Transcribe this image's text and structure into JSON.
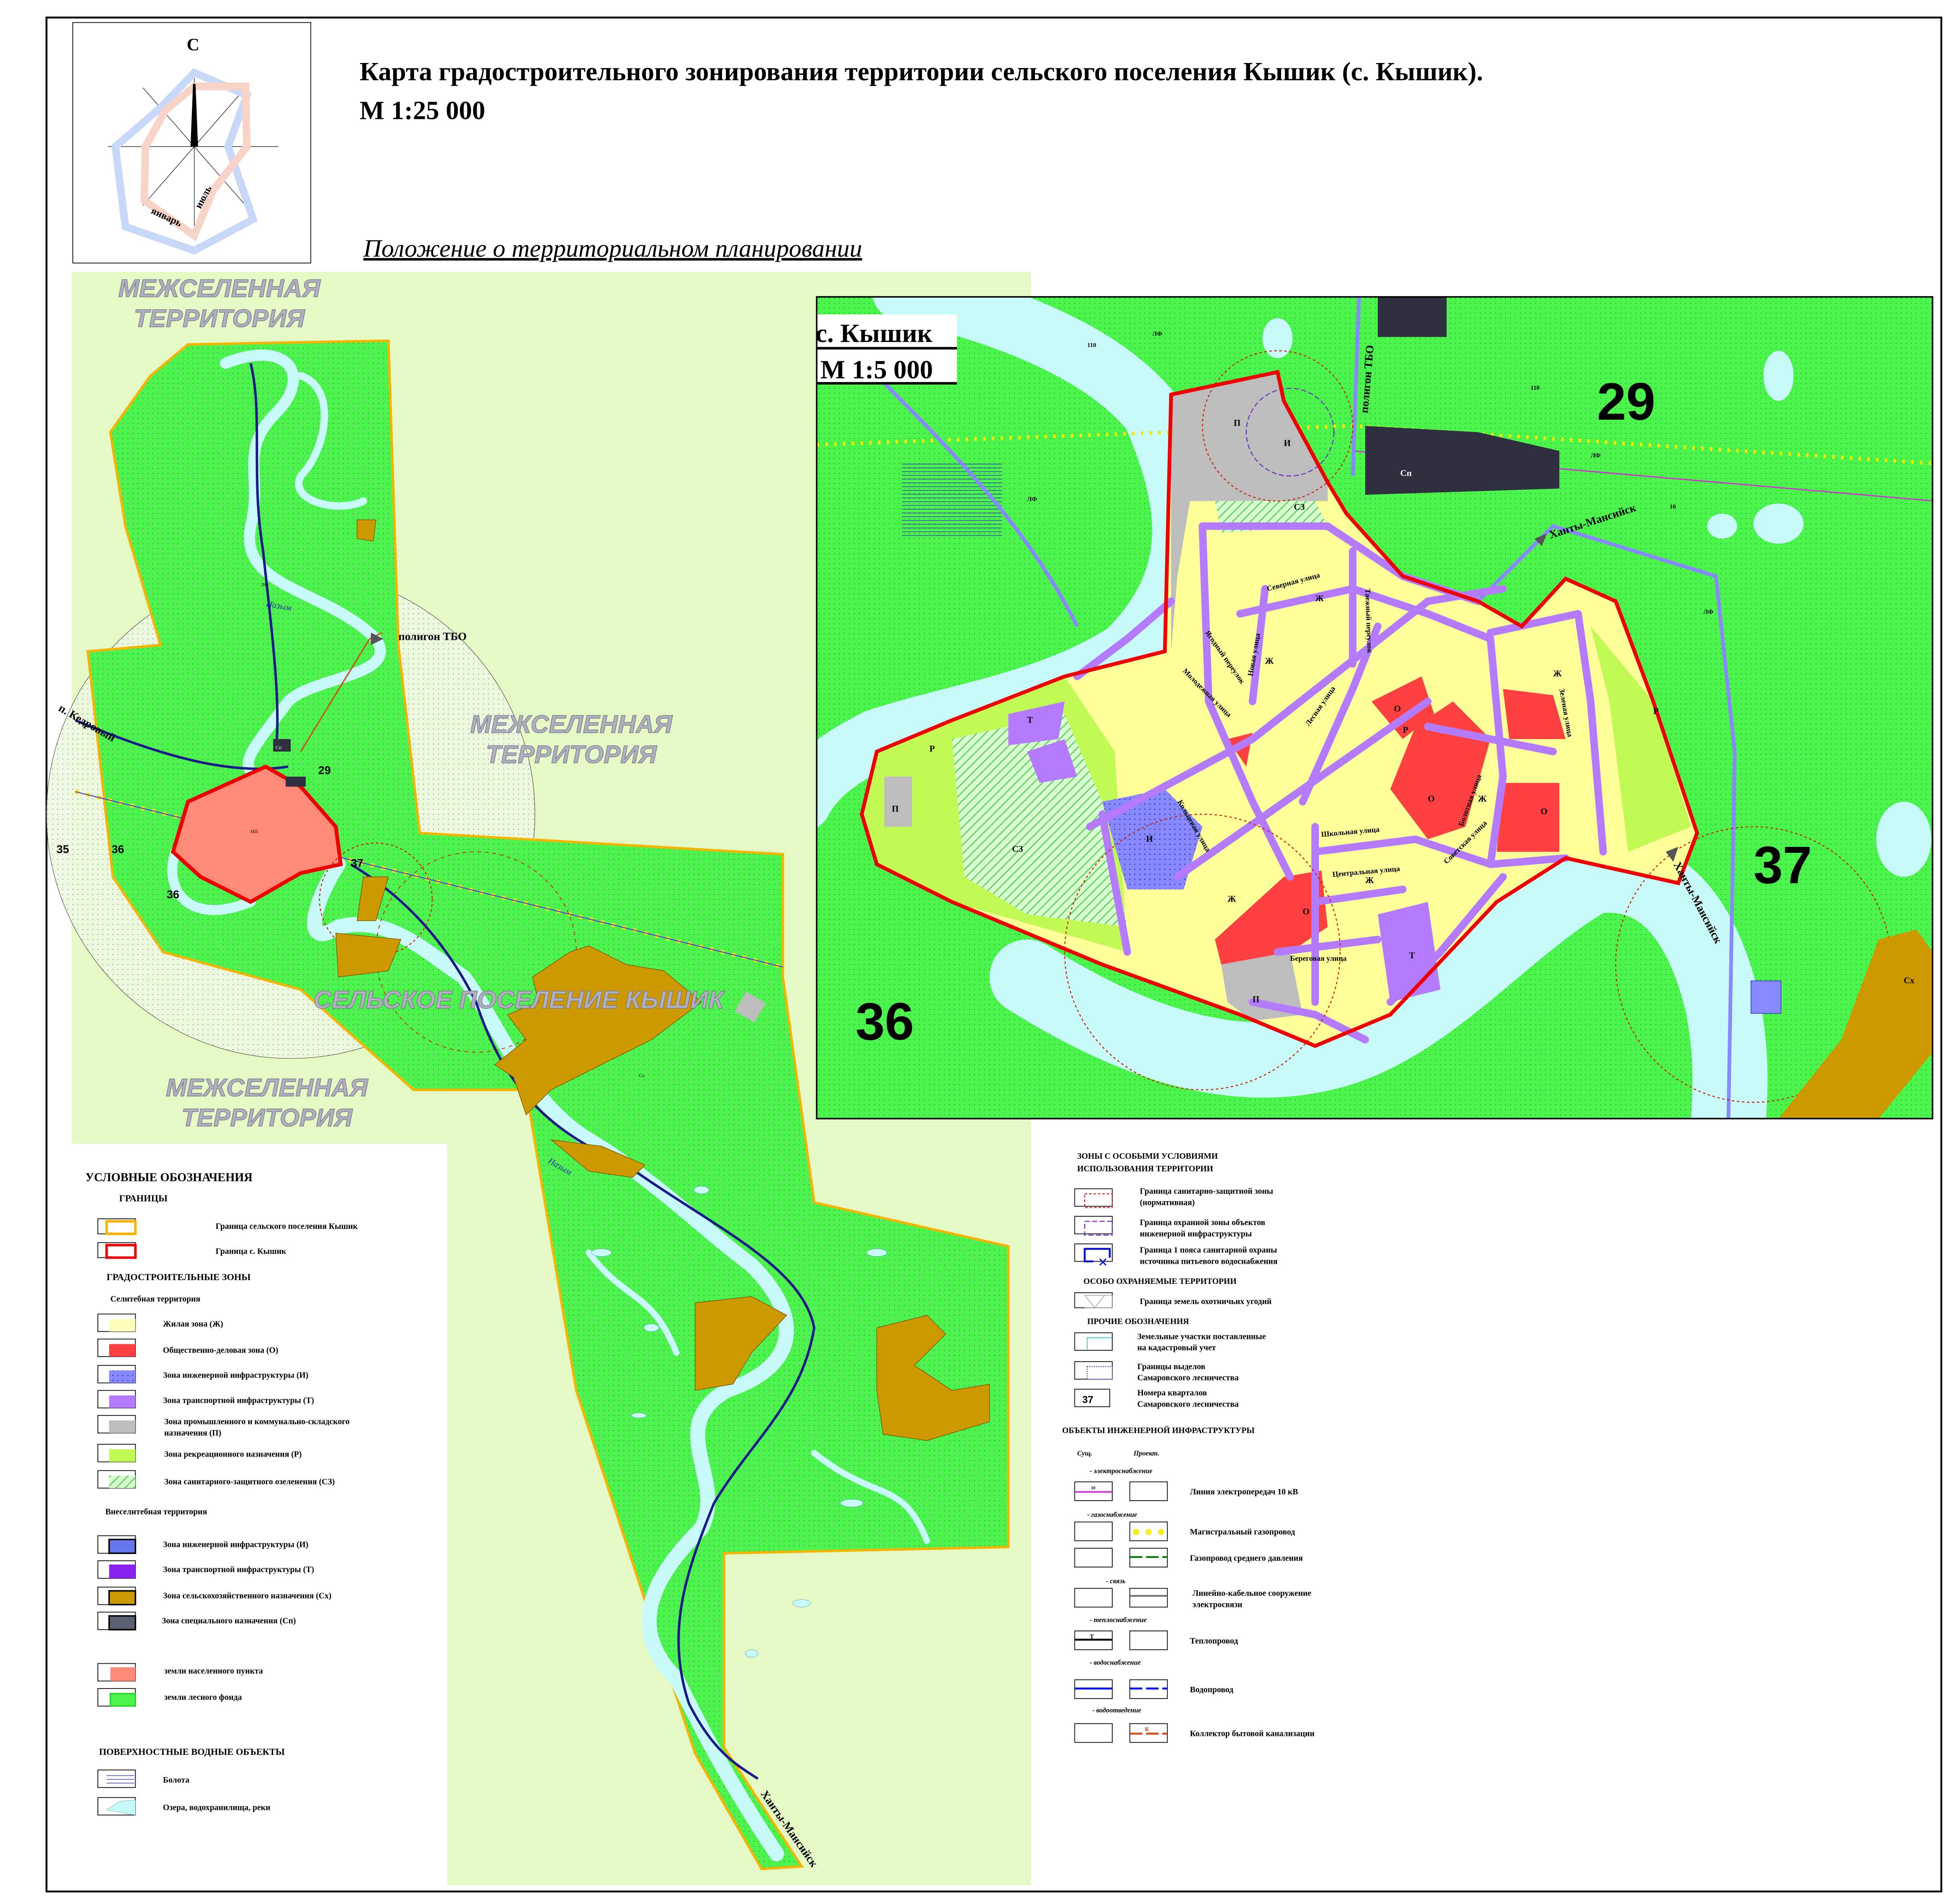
{
  "title": {
    "line1": "Карта градостроительного зонирования территории сельского поселения Кышик (с. Кышик).",
    "line2": "М 1:25 000",
    "subtitle": "Положение о территориальном планировании"
  },
  "wind_rose": {
    "north": "С",
    "january": "январь",
    "july": "июль"
  },
  "overview_map": {
    "inter_territory_1a": "МЕЖСЕЛЕННАЯ",
    "inter_territory_1b": "ТЕРРИТОРИЯ",
    "inter_territory_2a": "МЕЖСЕЛЕННАЯ",
    "inter_territory_2b": "ТЕРРИТОРИЯ",
    "inter_territory_3a": "МЕЖСЕЛЕННАЯ",
    "inter_territory_3b": "ТЕРРИТОРИЯ",
    "settlement": "СЕЛЬСКОЕ ПОСЕЛЕНИЕ КЫШИК",
    "landfill": "полигон ТБО",
    "kedrovy": "п. Кедровый",
    "khanty": "Ханты-Мансийск",
    "river1": "Назым",
    "river2": "Назым",
    "quarters": [
      "29",
      "35",
      "36",
      "36",
      "37"
    ],
    "codes": {
      "lf": "ЛФ",
      "sx": "Сх",
      "sp": "Сп",
      "np": "НП"
    }
  },
  "inset": {
    "name": "с. Кышик",
    "scale": "М 1:5 000",
    "quarters": [
      "29",
      "36",
      "37"
    ],
    "landfill": "полигон ТБО",
    "khanty1": "Ханты-Мансийск",
    "khanty2": "Ханты-Мансийск",
    "line110": "110",
    "line10": "10",
    "codes": {
      "zh": "Ж",
      "o": "О",
      "i": "И",
      "t": "Т",
      "p": "П",
      "r": "Р",
      "sz": "СЗ",
      "sx": "Сх",
      "sp": "Сп",
      "lf": "ЛФ"
    },
    "streets": [
      "Северная улица",
      "Таежный переулок",
      "Ягодный переулок",
      "Молодежная улица",
      "Новая улица",
      "Лесная улица",
      "Зеленая улица",
      "Болотная улица",
      "Школьная улица",
      "Центральная улица",
      "Советская улица",
      "Кольцевая улица",
      "Береговая улица"
    ]
  },
  "legend_left": {
    "title": "УСЛОВНЫЕ ОБОЗНАЧЕНИЯ",
    "boundaries_title": "ГРАНИЦЫ",
    "boundaries": [
      "Граница сельского поселения Кышик",
      "Граница с. Кышик"
    ],
    "zones_title": "ГРАДОСТРОИТЕЛЬНЫЕ ЗОНЫ",
    "residential_title": "Селитебная территория",
    "residential": [
      "Жилая зона (Ж)",
      "Общественно-деловая зона (О)",
      "Зона инженерной инфраструктуры (И)",
      "Зона транспортной инфраструктуры (Т)",
      "Зона промышленного и коммунально-складского",
      "назначения (П)",
      "Зона рекреационного назначения (Р)",
      "Зона санитарного-защитного озеленения (СЗ)"
    ],
    "nonresidential_title": "Внеселитебная территория",
    "nonresidential": [
      "Зона инженерной инфраструктуры (И)",
      "Зона транспортной инфраструктуры (Т)",
      "Зона сельскохозяйственного назначения (Сх)",
      "Зона специального назначения (Сп)"
    ],
    "lands": [
      "земли населенного пункта",
      "земли лесного фонда"
    ],
    "water_title": "ПОВЕРХНОСТНЫЕ ВОДНЫЕ ОБЪЕКТЫ",
    "water": [
      "Болота",
      "Озера, водохранилища, реки"
    ]
  },
  "legend_right": {
    "special_title1": "ЗОНЫ С ОСОБЫМИ УСЛОВИЯМИ",
    "special_title2": "ИСПОЛЬЗОВАНИЯ ТЕРРИТОРИИ",
    "special": [
      [
        "Граница санитарно-защитной зоны",
        "(нормативная)"
      ],
      [
        "Граница охранной зоны объектов",
        "инженерной инфраструктуры"
      ],
      [
        "Граница 1 пояса санитарной охраны",
        "источника питьевого водоснабжения"
      ]
    ],
    "protected_title": "ОСОБО ОХРАНЯЕМЫЕ ТЕРРИТОРИИ",
    "protected": "Граница земель охотничьих угодий",
    "other_title": "ПРОЧИЕ ОБОЗНАЧЕНИЯ",
    "other": [
      [
        "Земельные участки поставленные",
        "на кадастровый учет"
      ],
      [
        "Границы выделов",
        "Самаровского лесничества"
      ],
      [
        "Номера кварталов",
        "Самаровского лесничества"
      ]
    ],
    "quarter_sample": "37",
    "infra_title": "ОБЪЕКТЫ ИНЖЕНЕРНОЙ ИНФРАСТРУКТУРЫ",
    "col_existing": "Сущ.",
    "col_project": "Проект.",
    "groups": [
      "- электроснабжение",
      "- газоснабжение",
      "- связь",
      "- теплоснабжение",
      "- водоснабжение",
      "- водоотведение"
    ],
    "items": [
      "Линия электропередач  10 кВ",
      "Магистральный газопровод",
      "Газопровод среднего давления",
      "Линейно-кабельное сооружение",
      "электросвязи",
      "Теплопровод",
      "Водопровод",
      "Коллектор бытовой канализации"
    ],
    "sym_10": "10",
    "sym_t": "Т",
    "sym_k": "К"
  },
  "colors": {
    "forest": "#4cf54c",
    "inter": "#e4f9c4",
    "river": "#c9fafa",
    "residential": "#ffff99",
    "public": "#ff4040",
    "transport": "#b57bff",
    "industrial": "#bdbdbd",
    "recreation": "#c2fa55",
    "agri": "#cc9900",
    "special": "#2e3040",
    "settlement_land": "#ff8a78",
    "boundary_settlement": "#f5b400",
    "boundary_village": "#ee0000"
  }
}
